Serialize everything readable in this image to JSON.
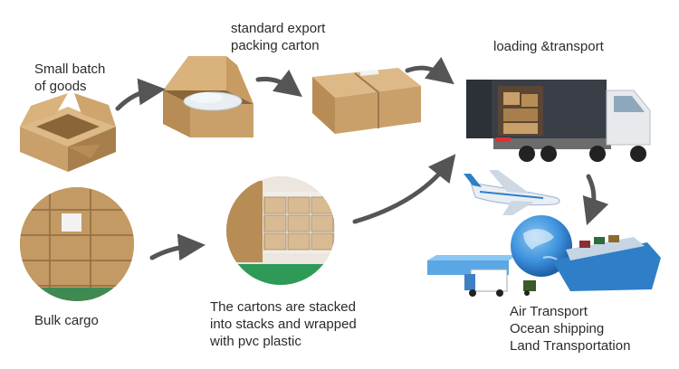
{
  "labels": {
    "small_batch": "Small batch\nof goods",
    "export_carton": "standard export\npacking carton",
    "loading": "loading &transport",
    "bulk_cargo": "Bulk cargo",
    "stacked": "The cartons are stacked\ninto stacks and wrapped\n with pvc plastic",
    "transport_modes": "Air Transport\nOcean shipping\nLand Transportation"
  },
  "colors": {
    "arrow": "#555555",
    "carton": "#c9a06a",
    "carton_dark": "#a87f4c",
    "carton_light": "#dcb987",
    "truck_container": "#3a3f47",
    "ship_blue": "#2e7fc7",
    "globe": "#3f93dd"
  },
  "icons": [
    "open-carton-icon",
    "packed-carton-icon",
    "sealed-carton-icon",
    "truck-icon",
    "bulk-cargo-icon",
    "wrapped-pallet-icon",
    "airplane-icon",
    "globe-ship-icon"
  ]
}
